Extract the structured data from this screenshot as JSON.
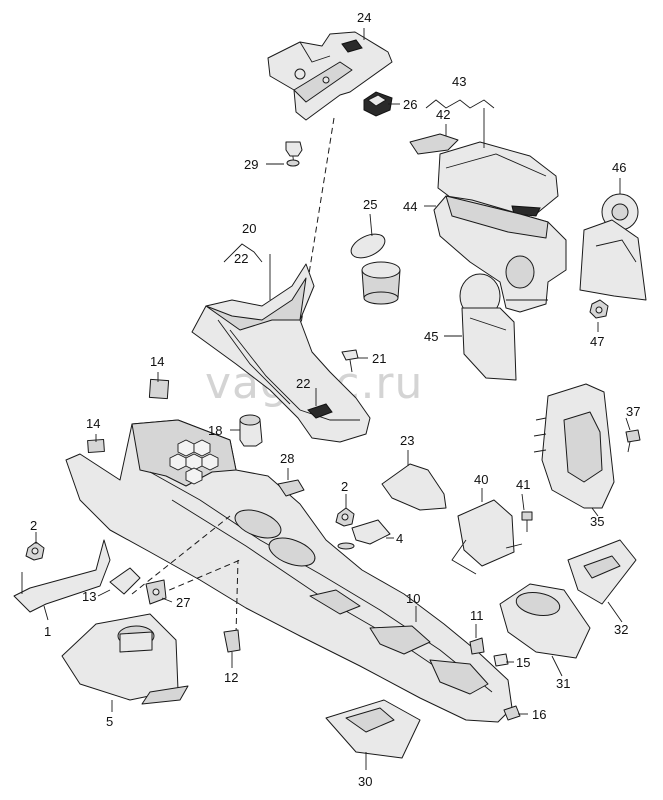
{
  "watermark": "vagtec.ru",
  "callouts": {
    "c1": "1",
    "c2a": "2",
    "c2b": "2",
    "c4": "4",
    "c5": "5",
    "c10": "10",
    "c11": "11",
    "c12": "12",
    "c13": "13",
    "c14a": "14",
    "c14b": "14",
    "c15": "15",
    "c16": "16",
    "c18": "18",
    "c20": "20",
    "c21": "21",
    "c22a": "22",
    "c22b": "22",
    "c23": "23",
    "c24": "24",
    "c25": "25",
    "c26": "26",
    "c27": "27",
    "c28": "28",
    "c29": "29",
    "c30": "30",
    "c31": "31",
    "c32": "32",
    "c35": "35",
    "c37": "37",
    "c40": "40",
    "c41": "41",
    "c42": "42",
    "c43": "43",
    "c44": "44",
    "c45": "45",
    "c46": "46",
    "c47": "47"
  },
  "parts": [
    "bracket",
    "nut",
    "nut",
    "bracket",
    "gear-lever-boot",
    "center-console",
    "clip",
    "clip",
    "cover",
    "label",
    "label",
    "screw",
    "clip",
    "socket",
    "trim-panel",
    "screw",
    "clip",
    "cover",
    "storage-tray",
    "cup-insert",
    "grommet",
    "clip",
    "cover",
    "screw",
    "ashtray-insert",
    "trim-cover",
    "cover",
    "tray",
    "trim-panel",
    "screw",
    "bracket",
    "screw",
    "pad",
    "armrest",
    "armrest-lid",
    "armrest-support",
    "cover",
    "nut"
  ]
}
